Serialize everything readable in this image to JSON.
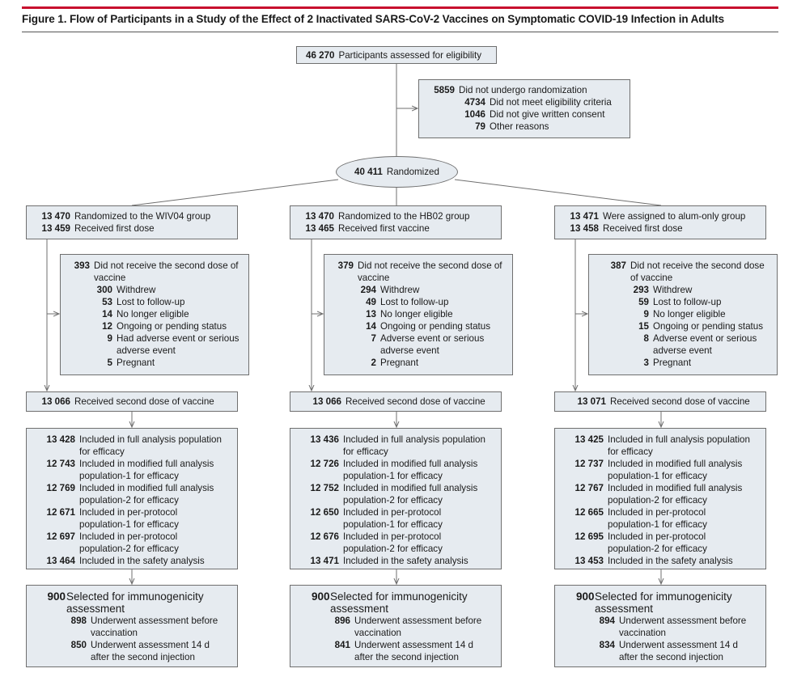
{
  "title": "Figure 1. Flow of Participants in a Study of the Effect of 2 Inactivated SARS-CoV-2 Vaccines on Symptomatic COVID-19 Infection in Adults",
  "assessed": {
    "num": "46 270",
    "label": "Participants assessed for eligibility"
  },
  "excluded": {
    "num": "5859",
    "label": "Did not undergo randomization",
    "items": [
      {
        "num": "4734",
        "label": "Did not meet eligibility criteria"
      },
      {
        "num": "1046",
        "label": "Did not give written consent"
      },
      {
        "num": "79",
        "label": "Other reasons"
      }
    ]
  },
  "randomized": {
    "num": "40 411",
    "label": "Randomized"
  },
  "groups": [
    {
      "alloc": [
        {
          "num": "13 470",
          "label": "Randomized to the WIV04 group"
        },
        {
          "num": "13 459",
          "label": "Received first dose"
        }
      ],
      "missed": {
        "num": "393",
        "label": "Did not receive the second dose of vaccine",
        "items": [
          {
            "num": "300",
            "label": "Withdrew"
          },
          {
            "num": "53",
            "label": "Lost to follow-up"
          },
          {
            "num": "14",
            "label": "No longer eligible"
          },
          {
            "num": "12",
            "label": "Ongoing or pending status"
          },
          {
            "num": "9",
            "label": "Had adverse event or serious adverse event"
          },
          {
            "num": "5",
            "label": "Pregnant"
          }
        ]
      },
      "second": {
        "num": "13 066",
        "label": "Received second dose of vaccine"
      },
      "analysis": [
        {
          "num": "13 428",
          "label": "Included in full analysis population for efficacy"
        },
        {
          "num": "12 743",
          "label": "Included in modified full analysis population-1 for efficacy"
        },
        {
          "num": "12 769",
          "label": "Included in modified full analysis population-2 for efficacy"
        },
        {
          "num": "12 671",
          "label": "Included in per-protocol population-1 for efficacy"
        },
        {
          "num": "12 697",
          "label": "Included in per-protocol population-2 for efficacy"
        },
        {
          "num": "13 464",
          "label": "Included in the safety analysis"
        }
      ],
      "immuno": {
        "num": "900",
        "label": "Selected for immunogenicity assessment",
        "items": [
          {
            "num": "898",
            "label": "Underwent assessment before vaccination"
          },
          {
            "num": "850",
            "label": "Underwent assessment 14 d after the second injection"
          }
        ]
      }
    },
    {
      "alloc": [
        {
          "num": "13 470",
          "label": "Randomized to the HB02 group"
        },
        {
          "num": "13 465",
          "label": "Received first vaccine"
        }
      ],
      "missed": {
        "num": "379",
        "label": "Did not receive the second dose of vaccine",
        "items": [
          {
            "num": "294",
            "label": "Withdrew"
          },
          {
            "num": "49",
            "label": "Lost to follow-up"
          },
          {
            "num": "13",
            "label": "No longer eligible"
          },
          {
            "num": "14",
            "label": "Ongoing or pending status"
          },
          {
            "num": "7",
            "label": "Adverse event or serious adverse event"
          },
          {
            "num": "2",
            "label": "Pregnant"
          }
        ]
      },
      "second": {
        "num": "13 066",
        "label": "Received second dose of vaccine"
      },
      "analysis": [
        {
          "num": "13 436",
          "label": "Included in full analysis population for efficacy"
        },
        {
          "num": "12 726",
          "label": "Included in modified full analysis population-1 for efficacy"
        },
        {
          "num": "12 752",
          "label": "Included in modified full analysis population-2 for efficacy"
        },
        {
          "num": "12 650",
          "label": "Included in per-protocol population-1 for efficacy"
        },
        {
          "num": "12 676",
          "label": "Included in per-protocol population-2 for efficacy"
        },
        {
          "num": "13 471",
          "label": "Included in the safety analysis"
        }
      ],
      "immuno": {
        "num": "900",
        "label": "Selected for immunogenicity assessment",
        "items": [
          {
            "num": "896",
            "label": "Underwent assessment before vaccination"
          },
          {
            "num": "841",
            "label": "Underwent assessment 14 d after the second injection"
          }
        ]
      }
    },
    {
      "alloc": [
        {
          "num": "13 471",
          "label": "Were assigned to alum-only group"
        },
        {
          "num": "13 458",
          "label": "Received first dose"
        }
      ],
      "missed": {
        "num": "387",
        "label": "Did not receive the second dose of vaccine",
        "items": [
          {
            "num": "293",
            "label": "Withdrew"
          },
          {
            "num": "59",
            "label": "Lost to follow-up"
          },
          {
            "num": "9",
            "label": "No longer eligible"
          },
          {
            "num": "15",
            "label": "Ongoing or pending status"
          },
          {
            "num": "8",
            "label": "Adverse event or serious adverse event"
          },
          {
            "num": "3",
            "label": "Pregnant"
          }
        ]
      },
      "second": {
        "num": "13 071",
        "label": "Received second dose of vaccine"
      },
      "analysis": [
        {
          "num": "13 425",
          "label": "Included in full analysis population for efficacy"
        },
        {
          "num": "12 737",
          "label": "Included in modified full analysis population-1 for efficacy"
        },
        {
          "num": "12 767",
          "label": "Included in modified full analysis population-2 for efficacy"
        },
        {
          "num": "12 665",
          "label": "Included in per-protocol population-1 for efficacy"
        },
        {
          "num": "12 695",
          "label": "Included in per-protocol population-2 for efficacy"
        },
        {
          "num": "13 453",
          "label": "Included in the safety analysis"
        }
      ],
      "immuno": {
        "num": "900",
        "label": "Selected for immunogenicity assessment",
        "items": [
          {
            "num": "894",
            "label": "Underwent assessment before vaccination"
          },
          {
            "num": "834",
            "label": "Underwent assessment 14 d after the second injection"
          }
        ]
      }
    }
  ]
}
